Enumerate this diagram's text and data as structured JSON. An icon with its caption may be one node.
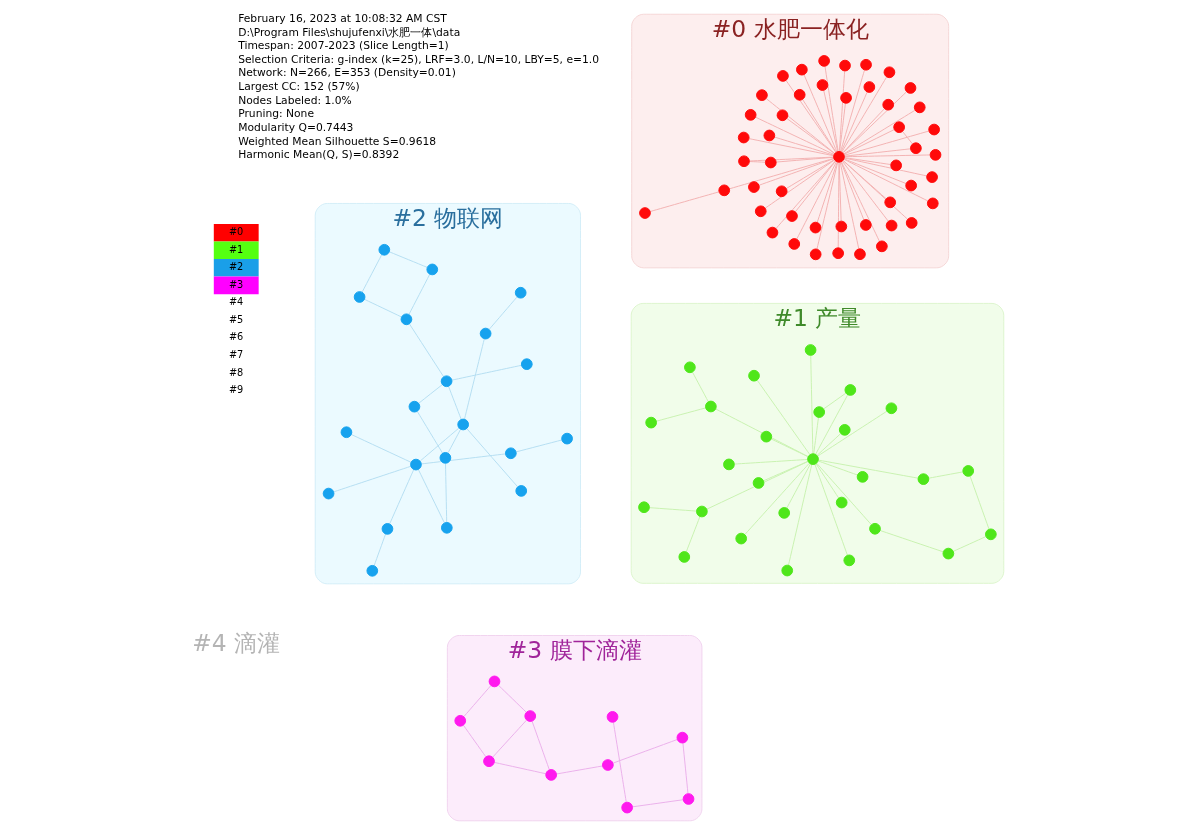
{
  "diagram": {
    "nodes": [
      {
        "text": [
          "#2 物联网"
        ]
      },
      {
        "text": [],
        "shape": "circle",
        "in": 0
      },
      {
        "text": [],
        "shape": "circle",
        "in": 0
      },
      {
        "text": [],
        "shape": "circle",
        "in": 0
      },
      {
        "text": [],
        "shape": "circle",
        "in": 0
      },
      {
        "text": [],
        "shape": "circle",
        "in": 0
      },
      {
        "text": [],
        "shape": "circle",
        "in": 0
      },
      {
        "text": [],
        "shape": "circle",
        "in": 0
      },
      {
        "text": [],
        "shape": "circle",
        "in": 0
      },
      {
        "text": [],
        "shape": "circle",
        "in": 0
      },
      {
        "text": [],
        "shape": "circle",
        "in": 0
      },
      {
        "text": [],
        "shape": "circle",
        "in": 0
      },
      {
        "text": [],
        "shape": "circle",
        "in": 0
      },
      {
        "text": [],
        "shape": "circle",
        "in": 0
      },
      {
        "text": [],
        "shape": "circle",
        "in": 0
      },
      {
        "text": [],
        "shape": "circle",
        "in": 0
      },
      {
        "text": [],
        "shape": "circle",
        "in": 0
      },
      {
        "text": [],
        "shape": "circle",
        "in": 0
      },
      {
        "text": [],
        "shape": "circle",
        "in": 0
      },
      {
        "text": [],
        "shape": "circle",
        "in": 0
      },
      {
        "text": [],
        "shape": "circle",
        "in": 0
      },
      {
        "text": [
          "#3 膜下滴灌"
        ]
      },
      {
        "text": [],
        "shape": "circle",
        "in": 21
      },
      {
        "text": [],
        "shape": "circle",
        "in": 21
      },
      {
        "text": [],
        "shape": "circle",
        "in": 21
      },
      {
        "text": [],
        "shape": "circle",
        "in": 21
      },
      {
        "text": [],
        "shape": "circle",
        "in": 21
      },
      {
        "text": [],
        "shape": "circle",
        "in": 21
      },
      {
        "text": [],
        "shape": "circle",
        "in": 21
      },
      {
        "text": [],
        "shape": "circle",
        "in": 21
      },
      {
        "text": [],
        "shape": "circle",
        "in": 21
      },
      {
        "text": [],
        "shape": "circle",
        "in": 21
      },
      {
        "text": [
          "#0 水肥一体化"
        ]
      },
      {
        "text": [],
        "shape": "circle",
        "in": 32
      },
      {
        "text": [],
        "shape": "circle",
        "in": 32
      },
      {
        "text": [],
        "shape": "circle",
        "in": 32
      },
      {
        "text": [],
        "shape": "circle",
        "in": 32
      },
      {
        "text": [],
        "shape": "circle",
        "in": 32
      },
      {
        "text": [],
        "shape": "circle",
        "in": 32
      },
      {
        "text": [],
        "shape": "circle",
        "in": 32
      },
      {
        "text": [],
        "shape": "circle",
        "in": 32
      },
      {
        "text": [],
        "shape": "circle",
        "in": 32
      },
      {
        "text": [],
        "shape": "circle",
        "in": 32
      },
      {
        "text": [],
        "shape": "circle",
        "in": 32
      },
      {
        "text": [],
        "shape": "circle",
        "in": 32
      },
      {
        "text": [],
        "shape": "circle",
        "in": 32
      },
      {
        "text": [],
        "shape": "circle",
        "in": 32
      },
      {
        "text": [],
        "shape": "circle",
        "in": 32
      },
      {
        "text": [],
        "shape": "circle",
        "in": 32
      },
      {
        "text": [],
        "shape": "circle",
        "in": 32
      },
      {
        "text": [],
        "shape": "circle",
        "in": 32
      },
      {
        "text": [],
        "shape": "circle",
        "in": 32
      },
      {
        "text": [],
        "shape": "circle",
        "in": 32
      },
      {
        "text": [],
        "shape": "circle",
        "in": 32
      },
      {
        "text": [],
        "shape": "circle",
        "in": 32
      },
      {
        "text": [],
        "shape": "circle",
        "in": 32
      },
      {
        "text": [],
        "shape": "circle",
        "in": 32
      },
      {
        "text": [],
        "shape": "circle",
        "in": 32
      },
      {
        "text": [],
        "shape": "circle",
        "in": 32
      },
      {
        "text": [],
        "shape": "circle",
        "in": 32
      },
      {
        "text": [],
        "shape": "circle",
        "in": 32
      },
      {
        "text": [],
        "shape": "circle",
        "in": 32
      },
      {
        "text": [],
        "shape": "circle",
        "in": 32
      },
      {
        "text": [],
        "shape": "circle",
        "in": 32
      },
      {
        "text": [],
        "shape": "circle",
        "in": 32
      },
      {
        "text": [],
        "shape": "circle",
        "in": 32
      },
      {
        "text": [],
        "shape": "circle",
        "in": 32
      },
      {
        "text": [],
        "shape": "circle",
        "in": 32
      },
      {
        "text": [],
        "shape": "circle",
        "in": 32
      },
      {
        "text": [],
        "shape": "circle",
        "in": 32
      },
      {
        "text": [],
        "shape": "circle",
        "in": 32
      },
      {
        "text": [],
        "shape": "circle",
        "in": 32
      },
      {
        "text": [],
        "shape": "circle",
        "in": 32
      },
      {
        "text": [],
        "shape": "circle",
        "in": 32
      },
      {
        "text": [],
        "shape": "circle",
        "in": 32
      },
      {
        "text": [],
        "shape": "circle",
        "in": 32
      },
      {
        "text": [],
        "shape": "circle",
        "in": 32
      },
      {
        "text": [],
        "shape": "circle",
        "in": 32
      },
      {
        "text": [],
        "shape": "circle",
        "in": 32
      },
      {
        "text": [],
        "shape": "circle",
        "in": 32
      },
      {
        "text": [
          "#1 产量"
        ]
      },
      {
        "text": [],
        "shape": "circle",
        "in": 80
      },
      {
        "text": [],
        "shape": "circle",
        "in": 80
      },
      {
        "text": [],
        "shape": "circle",
        "in": 80
      },
      {
        "text": [],
        "shape": "circle",
        "in": 80
      },
      {
        "text": [],
        "shape": "circle",
        "in": 80
      },
      {
        "text": [],
        "shape": "circle",
        "in": 80
      },
      {
        "text": [],
        "shape": "circle",
        "in": 80
      },
      {
        "text": [],
        "shape": "circle",
        "in": 80
      },
      {
        "text": [],
        "shape": "circle",
        "in": 80
      },
      {
        "text": [],
        "shape": "circle",
        "in": 80
      },
      {
        "text": [],
        "shape": "circle",
        "in": 80
      },
      {
        "text": [],
        "shape": "circle",
        "in": 80
      },
      {
        "text": [],
        "shape": "circle",
        "in": 80
      },
      {
        "text": [],
        "shape": "circle",
        "in": 80
      },
      {
        "text": [],
        "shape": "circle",
        "in": 80
      },
      {
        "text": [],
        "shape": "circle",
        "in": 80
      },
      {
        "text": [],
        "shape": "circle",
        "in": 80
      },
      {
        "text": [],
        "shape": "circle",
        "in": 80
      },
      {
        "text": [],
        "shape": "circle",
        "in": 80
      },
      {
        "text": [],
        "shape": "circle",
        "in": 80
      },
      {
        "text": [],
        "shape": "circle",
        "in": 80
      },
      {
        "text": [],
        "shape": "circle",
        "in": 80
      },
      {
        "text": [],
        "shape": "circle",
        "in": 80
      },
      {
        "text": [],
        "shape": "circle",
        "in": 80
      },
      {
        "text": [],
        "shape": "circle",
        "in": 80
      },
      {
        "text": [],
        "shape": "circle",
        "in": 80
      },
      {
        "text": [],
        "shape": "circle",
        "in": 80
      }
    ],
    "edges": [
      {
        "from": 10,
        "to": 9,
        "arrow": "none",
        "color": "#b5def2"
      },
      {
        "from": 10,
        "to": 7,
        "arrow": "none",
        "color": "#b5def2"
      },
      {
        "from": 7,
        "to": 3,
        "arrow": "none",
        "color": "#b5def2"
      },
      {
        "from": 10,
        "to": 5,
        "arrow": "none",
        "color": "#b5def2"
      },
      {
        "from": 5,
        "to": 2,
        "arrow": "none",
        "color": "#b5def2"
      },
      {
        "from": 10,
        "to": 4,
        "arrow": "none",
        "color": "#b5def2"
      },
      {
        "from": 10,
        "to": 11,
        "arrow": "none",
        "color": "#b5def2"
      },
      {
        "from": 10,
        "to": 12,
        "arrow": "none",
        "color": "#b5def2"
      },
      {
        "from": 1,
        "to": 6,
        "arrow": "none",
        "color": "#b5def2"
      },
      {
        "from": 6,
        "to": 11,
        "arrow": "none",
        "color": "#b5def2"
      },
      {
        "from": 8,
        "to": 11,
        "arrow": "none",
        "color": "#b5def2"
      },
      {
        "from": 11,
        "to": 14,
        "arrow": "none",
        "color": "#b5def2"
      },
      {
        "from": 11,
        "to": 15,
        "arrow": "none",
        "color": "#b5def2"
      },
      {
        "from": 12,
        "to": 14,
        "arrow": "none",
        "color": "#b5def2"
      },
      {
        "from": 14,
        "to": 13,
        "arrow": "none",
        "color": "#b5def2"
      },
      {
        "from": 13,
        "to": 15,
        "arrow": "none",
        "color": "#b5def2"
      },
      {
        "from": 15,
        "to": 20,
        "arrow": "none",
        "color": "#b5def2"
      },
      {
        "from": 15,
        "to": 18,
        "arrow": "none",
        "color": "#b5def2"
      },
      {
        "from": 18,
        "to": 16,
        "arrow": "none",
        "color": "#b5def2"
      },
      {
        "from": 16,
        "to": 19,
        "arrow": "none",
        "color": "#b5def2"
      },
      {
        "from": 17,
        "to": 18,
        "arrow": "none",
        "color": "#b5def2"
      },
      {
        "from": 17,
        "to": 19,
        "arrow": "none",
        "color": "#b5def2"
      },
      {
        "from": 22,
        "to": 23,
        "arrow": "none",
        "color": "#eab0ea"
      },
      {
        "from": 23,
        "to": 24,
        "arrow": "none",
        "color": "#eab0ea"
      },
      {
        "from": 24,
        "to": 27,
        "arrow": "none",
        "color": "#eab0ea"
      },
      {
        "from": 27,
        "to": 31,
        "arrow": "none",
        "color": "#eab0ea"
      },
      {
        "from": 31,
        "to": 30,
        "arrow": "none",
        "color": "#eab0ea"
      },
      {
        "from": 30,
        "to": 28,
        "arrow": "none",
        "color": "#eab0ea"
      },
      {
        "from": 28,
        "to": 25,
        "arrow": "none",
        "color": "#eab0ea"
      },
      {
        "from": 25,
        "to": 26,
        "arrow": "none",
        "color": "#eab0ea"
      },
      {
        "from": 28,
        "to": 29,
        "arrow": "none",
        "color": "#eab0ea"
      },
      {
        "from": 26,
        "to": 29,
        "arrow": "none",
        "color": "#eab0ea"
      },
      {
        "from": 30,
        "to": 29,
        "arrow": "none",
        "color": "#eab0ea"
      },
      {
        "from": 62,
        "to": 33,
        "arrow": "none"
      },
      {
        "from": 62,
        "to": 34,
        "arrow": "none"
      },
      {
        "from": 62,
        "to": 35,
        "arrow": "none"
      },
      {
        "from": 62,
        "to": 36,
        "arrow": "none"
      },
      {
        "from": 62,
        "to": 37,
        "arrow": "none"
      },
      {
        "from": 62,
        "to": 38,
        "arrow": "none"
      },
      {
        "from": 62,
        "to": 39,
        "arrow": "none"
      },
      {
        "from": 62,
        "to": 40,
        "arrow": "none"
      },
      {
        "from": 62,
        "to": 41,
        "arrow": "none"
      },
      {
        "from": 62,
        "to": 42,
        "arrow": "none"
      },
      {
        "from": 62,
        "to": 43,
        "arrow": "none"
      },
      {
        "from": 62,
        "to": 44,
        "arrow": "none"
      },
      {
        "from": 62,
        "to": 45,
        "arrow": "none"
      },
      {
        "from": 62,
        "to": 46,
        "arrow": "none"
      },
      {
        "from": 62,
        "to": 47,
        "arrow": "none"
      },
      {
        "from": 62,
        "to": 48,
        "arrow": "none"
      },
      {
        "from": 62,
        "to": 49,
        "arrow": "none"
      },
      {
        "from": 62,
        "to": 50,
        "arrow": "none"
      },
      {
        "from": 62,
        "to": 51,
        "arrow": "none"
      },
      {
        "from": 62,
        "to": 52,
        "arrow": "none"
      },
      {
        "from": 62,
        "to": 53,
        "arrow": "none"
      },
      {
        "from": 62,
        "to": 54,
        "arrow": "none"
      },
      {
        "from": 62,
        "to": 55,
        "arrow": "none"
      },
      {
        "from": 62,
        "to": 56,
        "arrow": "none"
      },
      {
        "from": 62,
        "to": 58,
        "arrow": "none"
      },
      {
        "from": 62,
        "to": 59,
        "arrow": "none"
      },
      {
        "from": 62,
        "to": 60,
        "arrow": "none"
      },
      {
        "from": 62,
        "to": 61,
        "arrow": "none"
      },
      {
        "from": 62,
        "to": 63,
        "arrow": "none"
      },
      {
        "from": 62,
        "to": 64,
        "arrow": "none"
      },
      {
        "from": 62,
        "to": 65,
        "arrow": "none"
      },
      {
        "from": 62,
        "to": 66,
        "arrow": "none"
      },
      {
        "from": 62,
        "to": 67,
        "arrow": "none"
      },
      {
        "from": 62,
        "to": 68,
        "arrow": "none"
      },
      {
        "from": 62,
        "to": 69,
        "arrow": "none"
      },
      {
        "from": 62,
        "to": 70,
        "arrow": "none"
      },
      {
        "from": 62,
        "to": 71,
        "arrow": "none"
      },
      {
        "from": 62,
        "to": 72,
        "arrow": "none"
      },
      {
        "from": 62,
        "to": 73,
        "arrow": "none"
      },
      {
        "from": 62,
        "to": 74,
        "arrow": "none"
      },
      {
        "from": 62,
        "to": 75,
        "arrow": "none"
      },
      {
        "from": 62,
        "to": 76,
        "arrow": "none"
      },
      {
        "from": 62,
        "to": 77,
        "arrow": "none"
      },
      {
        "from": 62,
        "to": 78,
        "arrow": "none"
      },
      {
        "from": 62,
        "to": 79,
        "arrow": "none"
      },
      {
        "from": 57,
        "to": 63,
        "arrow": "none"
      },
      {
        "from": 64,
        "to": 65,
        "arrow": "none"
      },
      {
        "from": 73,
        "to": 77,
        "arrow": "none"
      },
      {
        "from": 90,
        "to": 81,
        "arrow": "none",
        "color": "#c8f2b0"
      },
      {
        "from": 90,
        "to": 82,
        "arrow": "none",
        "color": "#c8f2b0"
      },
      {
        "from": 90,
        "to": 83,
        "arrow": "none",
        "color": "#c8f2b0"
      },
      {
        "from": 90,
        "to": 84,
        "arrow": "none",
        "color": "#c8f2b0"
      },
      {
        "from": 90,
        "to": 85,
        "arrow": "none",
        "color": "#c8f2b0"
      },
      {
        "from": 90,
        "to": 87,
        "arrow": "none",
        "color": "#c8f2b0"
      },
      {
        "from": 90,
        "to": 88,
        "arrow": "none",
        "color": "#c8f2b0"
      },
      {
        "from": 90,
        "to": 89,
        "arrow": "none",
        "color": "#c8f2b0"
      },
      {
        "from": 90,
        "to": 91,
        "arrow": "none",
        "color": "#c8f2b0"
      },
      {
        "from": 90,
        "to": 92,
        "arrow": "none",
        "color": "#c8f2b0"
      },
      {
        "from": 90,
        "to": 93,
        "arrow": "none",
        "color": "#c8f2b0"
      },
      {
        "from": 90,
        "to": 94,
        "arrow": "none",
        "color": "#c8f2b0"
      },
      {
        "from": 90,
        "to": 95,
        "arrow": "none",
        "color": "#c8f2b0"
      },
      {
        "from": 90,
        "to": 96,
        "arrow": "none",
        "color": "#c8f2b0"
      },
      {
        "from": 90,
        "to": 98,
        "arrow": "none",
        "color": "#c8f2b0"
      },
      {
        "from": 90,
        "to": 99,
        "arrow": "none",
        "color": "#c8f2b0"
      },
      {
        "from": 90,
        "to": 100,
        "arrow": "none",
        "color": "#c8f2b0"
      },
      {
        "from": 90,
        "to": 101,
        "arrow": "none",
        "color": "#c8f2b0"
      },
      {
        "from": 90,
        "to": 103,
        "arrow": "none",
        "color": "#c8f2b0"
      },
      {
        "from": 86,
        "to": 94,
        "arrow": "none",
        "color": "#c8f2b0"
      },
      {
        "from": 94,
        "to": 97,
        "arrow": "none",
        "color": "#c8f2b0"
      },
      {
        "from": 88,
        "to": 91,
        "arrow": "none",
        "color": "#c8f2b0"
      },
      {
        "from": 95,
        "to": 105,
        "arrow": "none",
        "color": "#c8f2b0"
      },
      {
        "from": 95,
        "to": 107,
        "arrow": "none",
        "color": "#c8f2b0"
      },
      {
        "from": 100,
        "to": 102,
        "arrow": "none",
        "color": "#c8f2b0"
      },
      {
        "from": 102,
        "to": 104,
        "arrow": "none",
        "color": "#c8f2b0"
      },
      {
        "from": 104,
        "to": 106,
        "arrow": "none",
        "color": "#c8f2b0"
      },
      {
        "from": 101,
        "to": 106,
        "arrow": "none",
        "color": "#c8f2b0"
      }
    ],
    "labels": [
      "February 16, 2023 at 10:08:32 AM CST",
      "D:\\Program Files\\shujufenxi\\水肥一体\\data",
      "Timespan: 2007-2023 (Slice Length=1)",
      "Selection Criteria: g-index (k=25), LRF=3.0, L/N=10, LBY=5, e=1.0",
      "Network: N=266, E=353 (Density=0.01)",
      "Largest CC: 152 (57%)",
      "Nodes Labeled: 1.0%",
      "Pruning: None",
      "Modularity Q=0.7443",
      "Weighted Mean Silhouette S=0.9618",
      "Harmonic Mean(Q, S)=0.8392",
      "#4 滴灌"
    ],
    "legend": [
      {
        "text": "#0",
        "color": "#ff0000"
      },
      {
        "text": "#1",
        "color": "#55ff11"
      },
      {
        "text": "#2",
        "color": "#1a9fe8"
      },
      {
        "text": "#3",
        "color": "#ff00ff"
      },
      {
        "text": "#4"
      },
      {
        "text": "#5"
      },
      {
        "text": "#6"
      },
      {
        "text": "#7"
      },
      {
        "text": "#8"
      },
      {
        "text": "#9"
      }
    ]
  }
}
